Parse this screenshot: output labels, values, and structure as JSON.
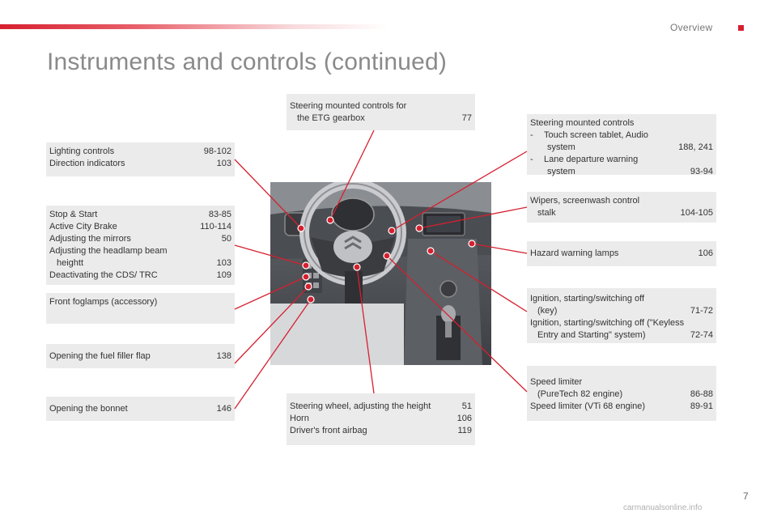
{
  "header": {
    "section": "Overview",
    "title": "Instruments and controls (continued)"
  },
  "left": {
    "lighting": [
      {
        "label": "Lighting controls",
        "page": "98-102"
      },
      {
        "label": "Direction indicators",
        "page": "103"
      }
    ],
    "stop": [
      {
        "label": "Stop & Start",
        "page": "83-85"
      },
      {
        "label": "Active City Brake",
        "page": "110-114"
      },
      {
        "label": "Adjusting the mirrors",
        "page": "50"
      },
      {
        "label": "Adjusting the headlamp beam",
        "page": ""
      },
      {
        "label": "heightt",
        "page": "103"
      },
      {
        "label": "Deactivating the CDS/ TRC",
        "page": "109"
      }
    ],
    "foglamps": {
      "label": "Front foglamps (accessory)"
    },
    "fuel": {
      "label": "Opening the fuel filler flap",
      "page": "138"
    },
    "bonnet": {
      "label": "Opening the bonnet",
      "page": "146"
    }
  },
  "center": {
    "etg": {
      "line1": "Steering mounted controls for",
      "line2": "the ETG gearbox",
      "page": "77"
    },
    "wheel": [
      {
        "label": "Steering wheel, adjusting the height",
        "page": "51"
      },
      {
        "label": "Horn",
        "page": "106"
      },
      {
        "label": "Driver's front airbag",
        "page": "119"
      }
    ]
  },
  "right": {
    "steering": {
      "title": "Steering mounted controls",
      "dash": "-",
      "i1a": "Touch screen tablet, Audio",
      "i1b": "system",
      "i1p": "188, 241",
      "i2a": "Lane departure warning",
      "i2b": "system",
      "i2p": "93-94"
    },
    "wipers": {
      "line1": "Wipers, screenwash control",
      "line2": "stalk",
      "page": "104-105"
    },
    "hazard": {
      "label": "Hazard warning lamps",
      "page": "106"
    },
    "ignition": {
      "l1": "Ignition, starting/switching off",
      "l2": "(key)",
      "p2": "71-72",
      "l3": "Ignition, starting/switching off (\"Keyless",
      "l4": "Entry and Starting\" system)",
      "p4": "72-74"
    },
    "speed": {
      "l1": "Speed limiter",
      "l2": "(PureTech 82 engine)",
      "p2": "86-88",
      "l3": "Speed limiter (VTi 68 engine)",
      "p3": "89-91"
    }
  },
  "footer": {
    "page": "7",
    "watermark": "carmanualsonline.info"
  },
  "colors": {
    "accent": "#d6202f",
    "box": "#ebebeb",
    "title": "#8a8a8a"
  }
}
